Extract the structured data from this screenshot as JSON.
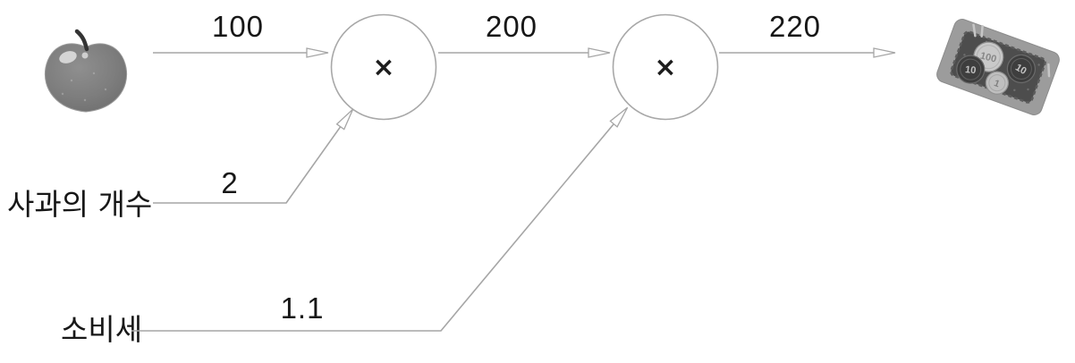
{
  "diagram": {
    "edge_labels": {
      "price": "100",
      "subtotal": "200",
      "total": "220"
    },
    "node_operator": "×",
    "inputs": {
      "apple_count": {
        "label": "사과의 개수",
        "value": "2"
      },
      "consumption_tax": {
        "label": "소비세",
        "value": "1.1"
      }
    },
    "coin_labels": {
      "hundred": "100",
      "ten_left": "10",
      "ten_right": "10",
      "one": "1"
    },
    "colors": {
      "line_gray": "#a6a6a6",
      "label_black": "#171717"
    }
  }
}
